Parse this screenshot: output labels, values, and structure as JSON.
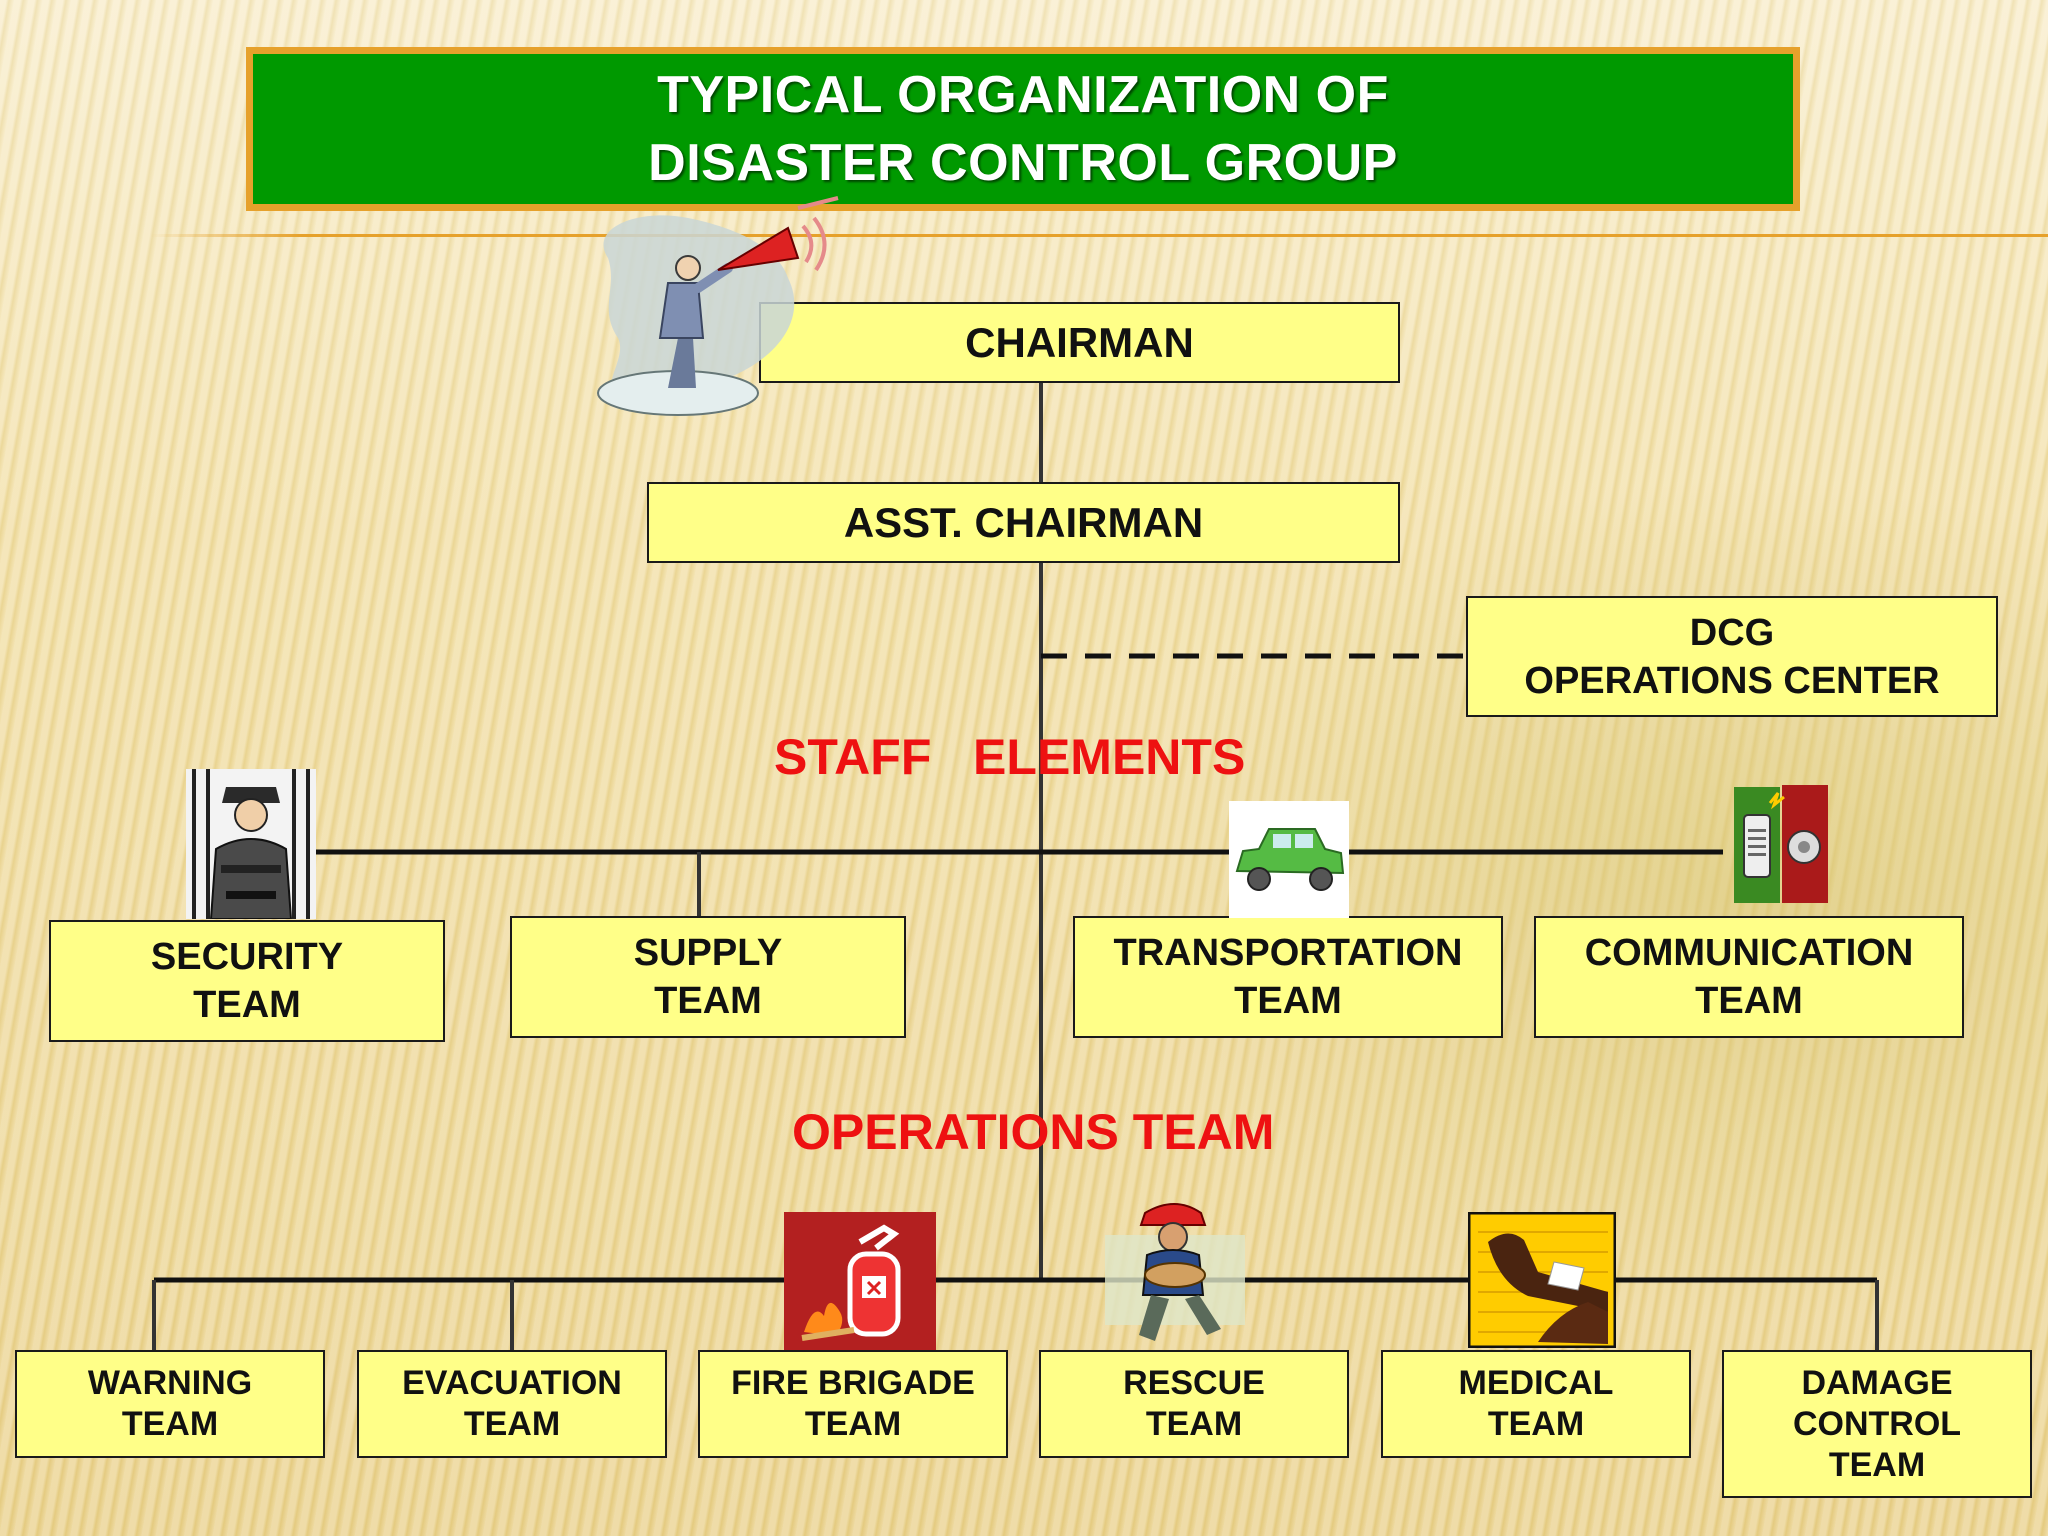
{
  "title": {
    "line1": "TYPICAL ORGANIZATION OF",
    "line2": "DISASTER CONTROL GROUP"
  },
  "chairman": "CHAIRMAN",
  "asst_chairman": "ASST. CHAIRMAN",
  "dcg_center": {
    "line1": "DCG",
    "line2": "OPERATIONS CENTER"
  },
  "staff_label": "STAFF   ELEMENTS",
  "operations_label": "OPERATIONS TEAM",
  "staff_teams": [
    {
      "line1": "SECURITY",
      "line2": "TEAM"
    },
    {
      "line1": "SUPPLY",
      "line2": "TEAM"
    },
    {
      "line1": "TRANSPORTATION",
      "line2": "TEAM"
    },
    {
      "line1": "COMMUNICATION",
      "line2": "TEAM"
    }
  ],
  "operation_teams": [
    {
      "line1": "WARNING",
      "line2": "TEAM",
      "line3": ""
    },
    {
      "line1": "EVACUATION",
      "line2": "TEAM",
      "line3": ""
    },
    {
      "line1": "FIRE BRIGADE",
      "line2": "TEAM",
      "line3": ""
    },
    {
      "line1": "RESCUE",
      "line2": "TEAM",
      "line3": ""
    },
    {
      "line1": "MEDICAL",
      "line2": "TEAM",
      "line3": ""
    },
    {
      "line1": "DAMAGE",
      "line2": "CONTROL",
      "line3": "TEAM"
    }
  ],
  "colors": {
    "title_bg": "#009900",
    "title_border": "#e6a12b",
    "box_fill": "#ffff88",
    "label_red": "#ee1111"
  },
  "icons": [
    "megaphone-man-icon",
    "security-guard-icon",
    "car-icon",
    "phone-alarm-icon",
    "fire-extinguisher-icon",
    "firefighter-rescue-icon",
    "medical-arm-icon"
  ]
}
